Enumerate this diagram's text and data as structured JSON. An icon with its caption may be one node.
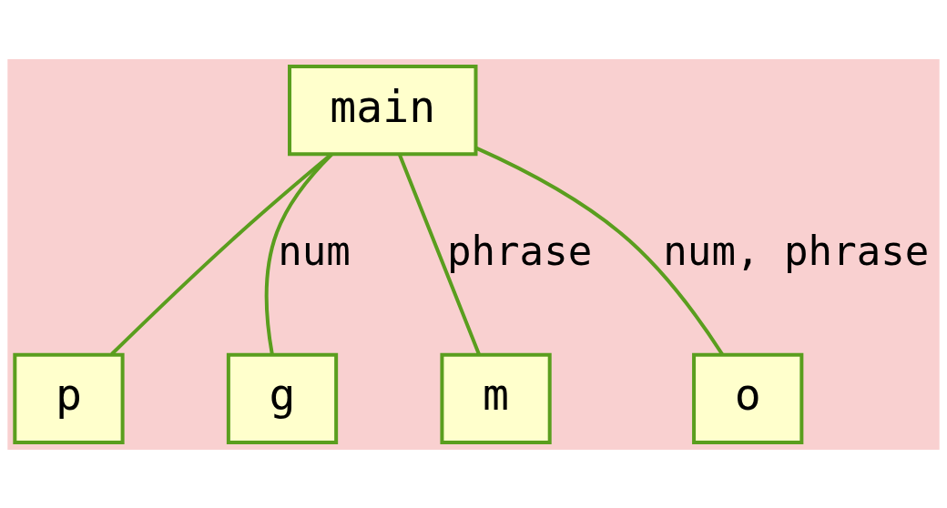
{
  "diagram": {
    "nodes": [
      {
        "text": [
          "main"
        ]
      },
      {
        "text": [
          "p"
        ]
      },
      {
        "text": [
          "g"
        ]
      },
      {
        "text": [
          "m"
        ]
      },
      {
        "text": [
          "o"
        ]
      }
    ],
    "edges": [
      {
        "from": 0,
        "to": 1,
        "arrow": "none"
      },
      {
        "from": 0,
        "to": 2,
        "arrow": "none",
        "label": "num"
      },
      {
        "from": 0,
        "to": 3,
        "arrow": "none",
        "label": "phrase"
      },
      {
        "from": 0,
        "to": 4,
        "arrow": "none",
        "label": "num, phrase"
      }
    ]
  }
}
